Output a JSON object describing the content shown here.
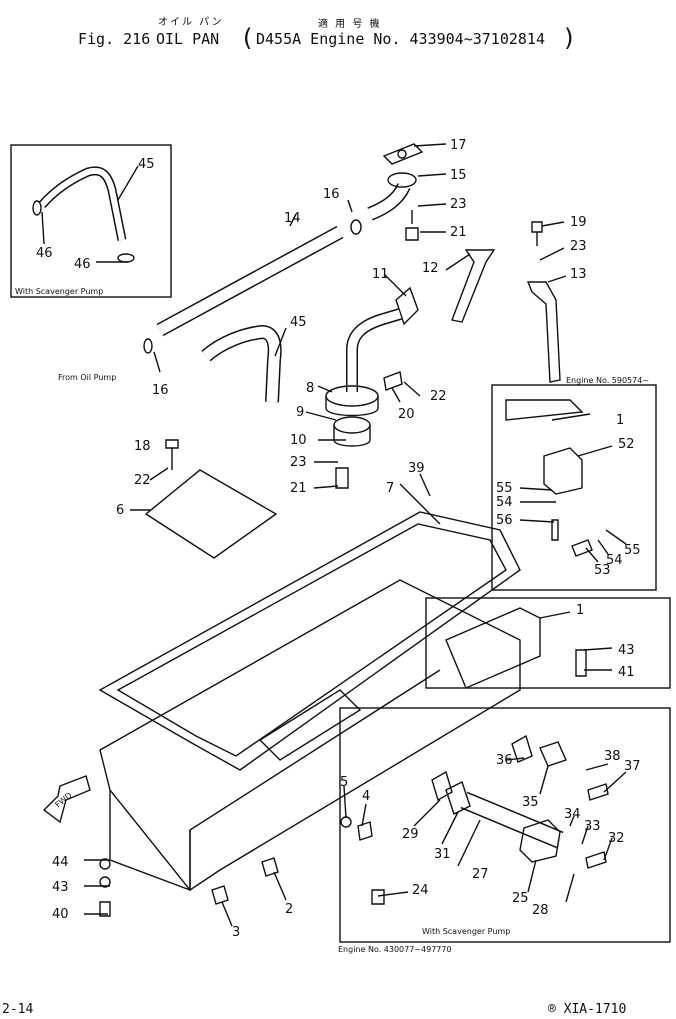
{
  "header": {
    "jp_part": "オイル パン",
    "jp_usage": "適 用 号 機",
    "fig": "Fig. 216",
    "name": "OIL PAN",
    "paren_open": "(",
    "engine": "D455A Engine No. 433904~37102814",
    "paren_close": ")"
  },
  "notes": {
    "scavenger_box": "With Scavenger Pump",
    "from_oil_pump": "From Oil Pump",
    "engine_590574": "Engine No. 590574~",
    "scavenger_bottom": "With Scavenger Pump",
    "engine_range": "Engine No. 430077~497770"
  },
  "fwd_label": "FWD",
  "callouts": [
    "45",
    "46",
    "46",
    "17",
    "15",
    "16",
    "23",
    "21",
    "14",
    "19",
    "23",
    "13",
    "12",
    "11",
    "45",
    "16",
    "8",
    "22",
    "20",
    "9",
    "10",
    "23",
    "21",
    "18",
    "22",
    "6",
    "39",
    "7",
    "1",
    "52",
    "55",
    "54",
    "56",
    "55",
    "54",
    "53",
    "1",
    "43",
    "41",
    "44",
    "43",
    "40",
    "2",
    "3",
    "5",
    "4",
    "29",
    "31",
    "24",
    "36",
    "35",
    "38",
    "37",
    "34",
    "33",
    "32",
    "27",
    "25",
    "28"
  ],
  "footer": {
    "left": "2-14",
    "right": "® XIA-1710"
  }
}
